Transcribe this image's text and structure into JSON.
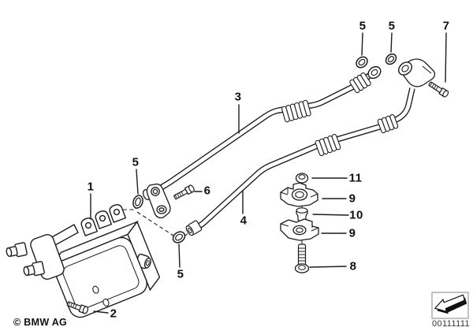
{
  "figure": {
    "type": "exploded-parts-diagram",
    "subject": "engine oil cooler with pipes, o-rings, bolts and pipe clips"
  },
  "callouts": [
    {
      "label": "1"
    },
    {
      "label": "2"
    },
    {
      "label": "3"
    },
    {
      "label": "4"
    },
    {
      "label": "5"
    },
    {
      "label": "5"
    },
    {
      "label": "5"
    },
    {
      "label": "5"
    },
    {
      "label": "6"
    },
    {
      "label": "7"
    },
    {
      "label": "8"
    },
    {
      "label": "9"
    },
    {
      "label": "9"
    },
    {
      "label": "10"
    },
    {
      "label": "11"
    }
  ],
  "footer": {
    "copyright": "© BMW AG",
    "image_number": "00111111"
  },
  "icons": {
    "direction_arrow": "arrow-pointing-lower-left"
  },
  "colors": {
    "line": "#1c1c1c",
    "background": "#ffffff",
    "icon_border": "#9a9a9a",
    "image_number_text": "#333333"
  }
}
